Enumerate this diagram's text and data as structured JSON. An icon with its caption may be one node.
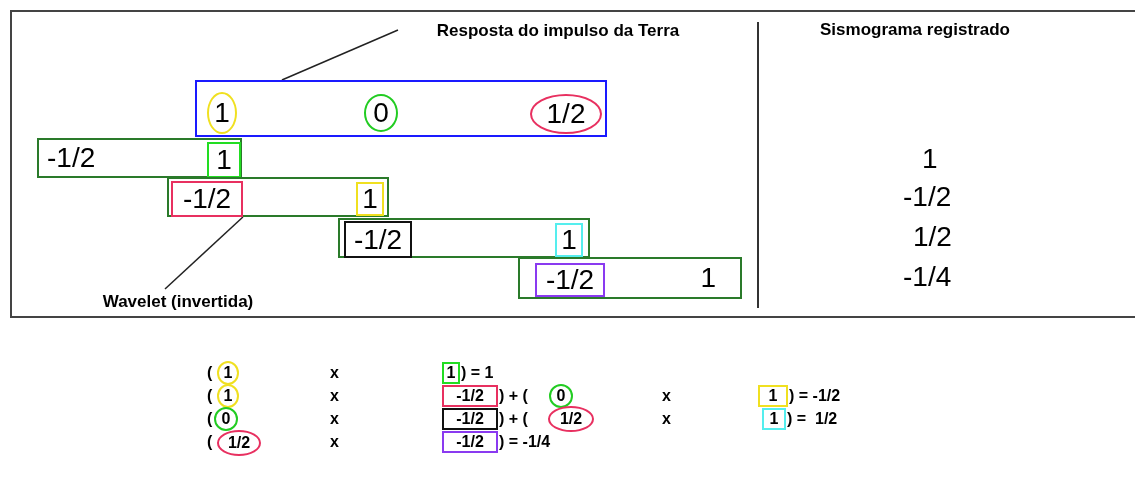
{
  "diagram": {
    "nodes": [
      {
        "text": [],
        "shape": "box"
      },
      {
        "text": [
          "1"
        ],
        "in": 0
      },
      {
        "text": [
          "0"
        ],
        "in": 0
      },
      {
        "text": [
          "1/2"
        ],
        "in": 0
      },
      {
        "text": [
          "-1/2"
        ]
      },
      {
        "text": [
          "1"
        ],
        "in": 4
      },
      {
        "text": [],
        "shape": "box"
      },
      {
        "text": [
          "-1/2"
        ],
        "in": 6
      },
      {
        "text": [
          "1"
        ],
        "in": 6
      },
      {
        "text": [],
        "shape": "box"
      },
      {
        "text": [
          "-1/2"
        ],
        "in": 9
      },
      {
        "text": [
          "1"
        ],
        "in": 9
      },
      {
        "text": [
          "1"
        ]
      },
      {
        "text": [
          "-1/2"
        ],
        "in": 12
      },
      {
        "text": [
          "Resposta do impulso da Terra"
        ]
      },
      {
        "text": [
          "Wavelet (invertida)"
        ]
      },
      {
        "text": [
          "1"
        ]
      },
      {
        "text": [
          "1"
        ]
      },
      {
        "text": [
          "1"
        ]
      },
      {
        "text": [
          "-1/2"
        ]
      },
      {
        "text": [
          "0"
        ]
      },
      {
        "text": [
          "1"
        ]
      },
      {
        "text": [
          "0"
        ]
      },
      {
        "text": [
          "-1/2"
        ]
      },
      {
        "text": [
          "1/2"
        ]
      },
      {
        "text": [
          "1"
        ]
      },
      {
        "text": [
          "1/2"
        ]
      },
      {
        "text": [
          "-1/2"
        ]
      }
    ],
    "edges": [
      {
        "from": 14,
        "to": 0,
        "arrow": "none"
      },
      {
        "from": 15,
        "to": 6,
        "arrow": "none"
      }
    ],
    "labels": [
      "Sismograma registrado",
      "1",
      "-1/2",
      "1/2",
      "-1/4",
      "(",
      "x",
      ") = 1",
      "(",
      "x",
      ") + (",
      "x",
      ") = -1/2",
      "(",
      "x",
      ") + (",
      "x",
      ") =  1/2",
      "(",
      "x",
      ") = -1/4"
    ]
  }
}
